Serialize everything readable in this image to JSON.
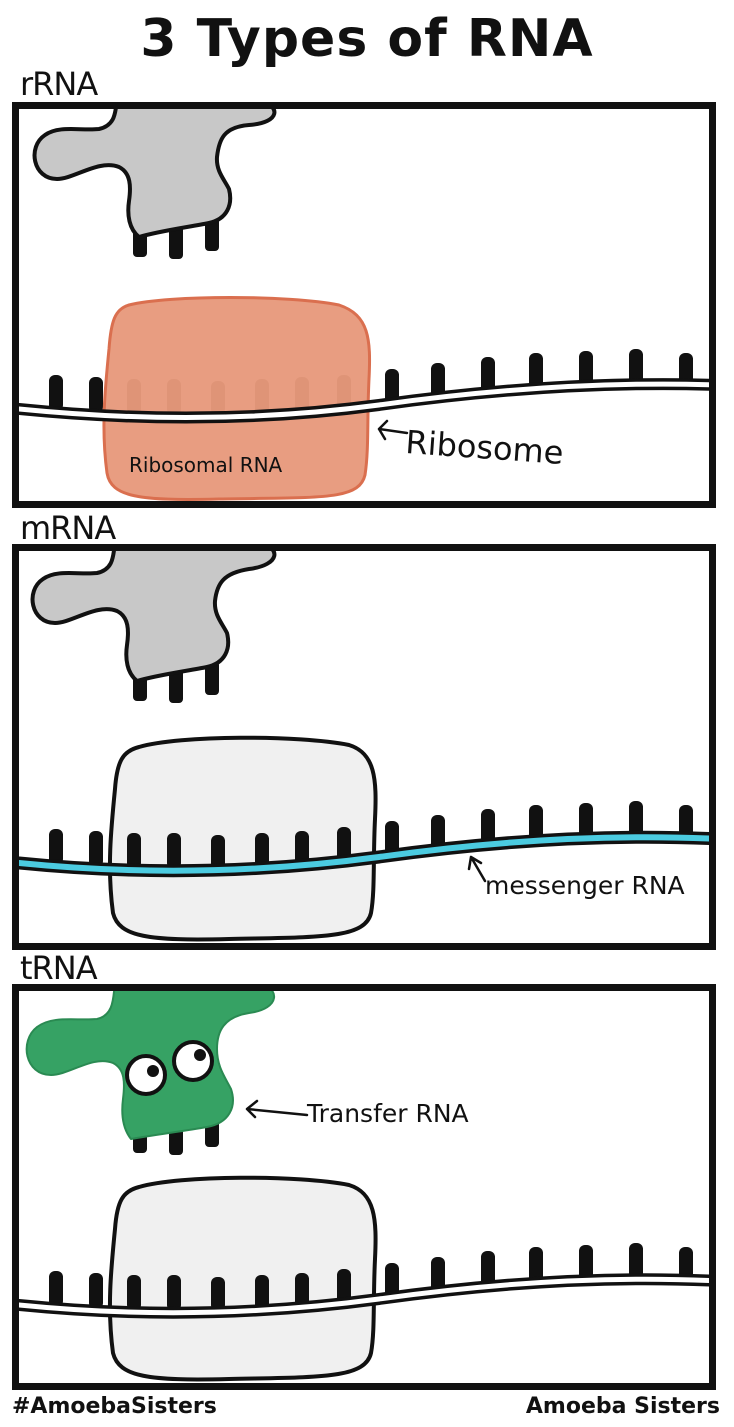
{
  "title": "3 Types of RNA",
  "colors": {
    "trna_gray": "#c8c8c8",
    "trna_green": "#36a264",
    "ribosome_orange": "#e89a7c",
    "ribosome_outline_orange": "#d96a48",
    "ribosome_light": "#f0f0f0",
    "mrna_cyan": "#4bcbe0",
    "outline": "#111111"
  },
  "panels": [
    {
      "label": "rRNA",
      "annotations": {
        "inside": "Ribosomal RNA",
        "pointer": "Ribosome"
      }
    },
    {
      "label": "mRNA",
      "annotations": {
        "pointer": "messenger RNA"
      }
    },
    {
      "label": "tRNA",
      "annotations": {
        "pointer": "Transfer RNA"
      }
    }
  ],
  "footer": {
    "hashtag": "#AmoebaSisters",
    "brand": "Amoeba Sisters"
  }
}
